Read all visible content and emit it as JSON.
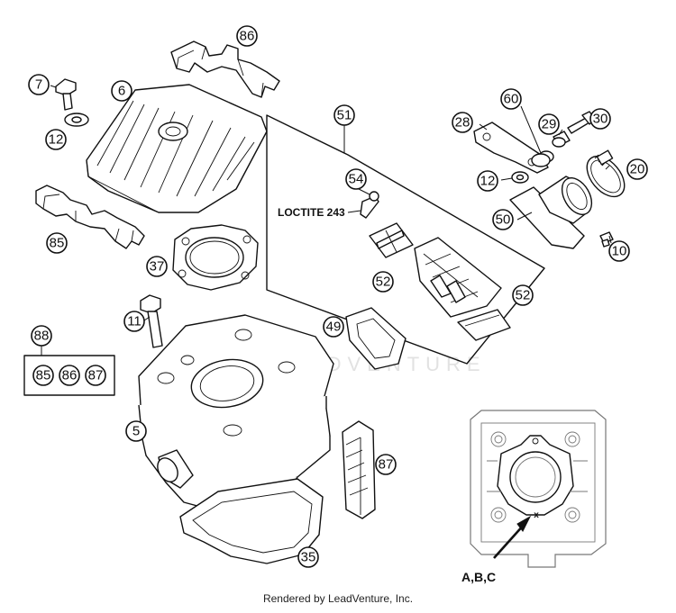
{
  "callouts": {
    "c86": "86",
    "c7": "7",
    "c6": "6",
    "c12a": "12",
    "c85a": "85",
    "c37": "37",
    "c51": "51",
    "c54": "54",
    "c52a": "52",
    "c52b": "52",
    "c49": "49",
    "c28": "28",
    "c60": "60",
    "c29": "29",
    "c30": "30",
    "c12b": "12",
    "c20": "20",
    "c50": "50",
    "c10": "10",
    "c11": "11",
    "c88": "88",
    "c85b": "85",
    "c86b": "86",
    "c87b": "87",
    "c5": "5",
    "c87": "87",
    "c35": "35"
  },
  "labels": {
    "loctite": "LOCTITE 243",
    "detail_ref": "A,B,C",
    "detail_mark": "x"
  },
  "watermark": "LEADVENTURE",
  "footer": "Rendered by LeadVenture, Inc."
}
